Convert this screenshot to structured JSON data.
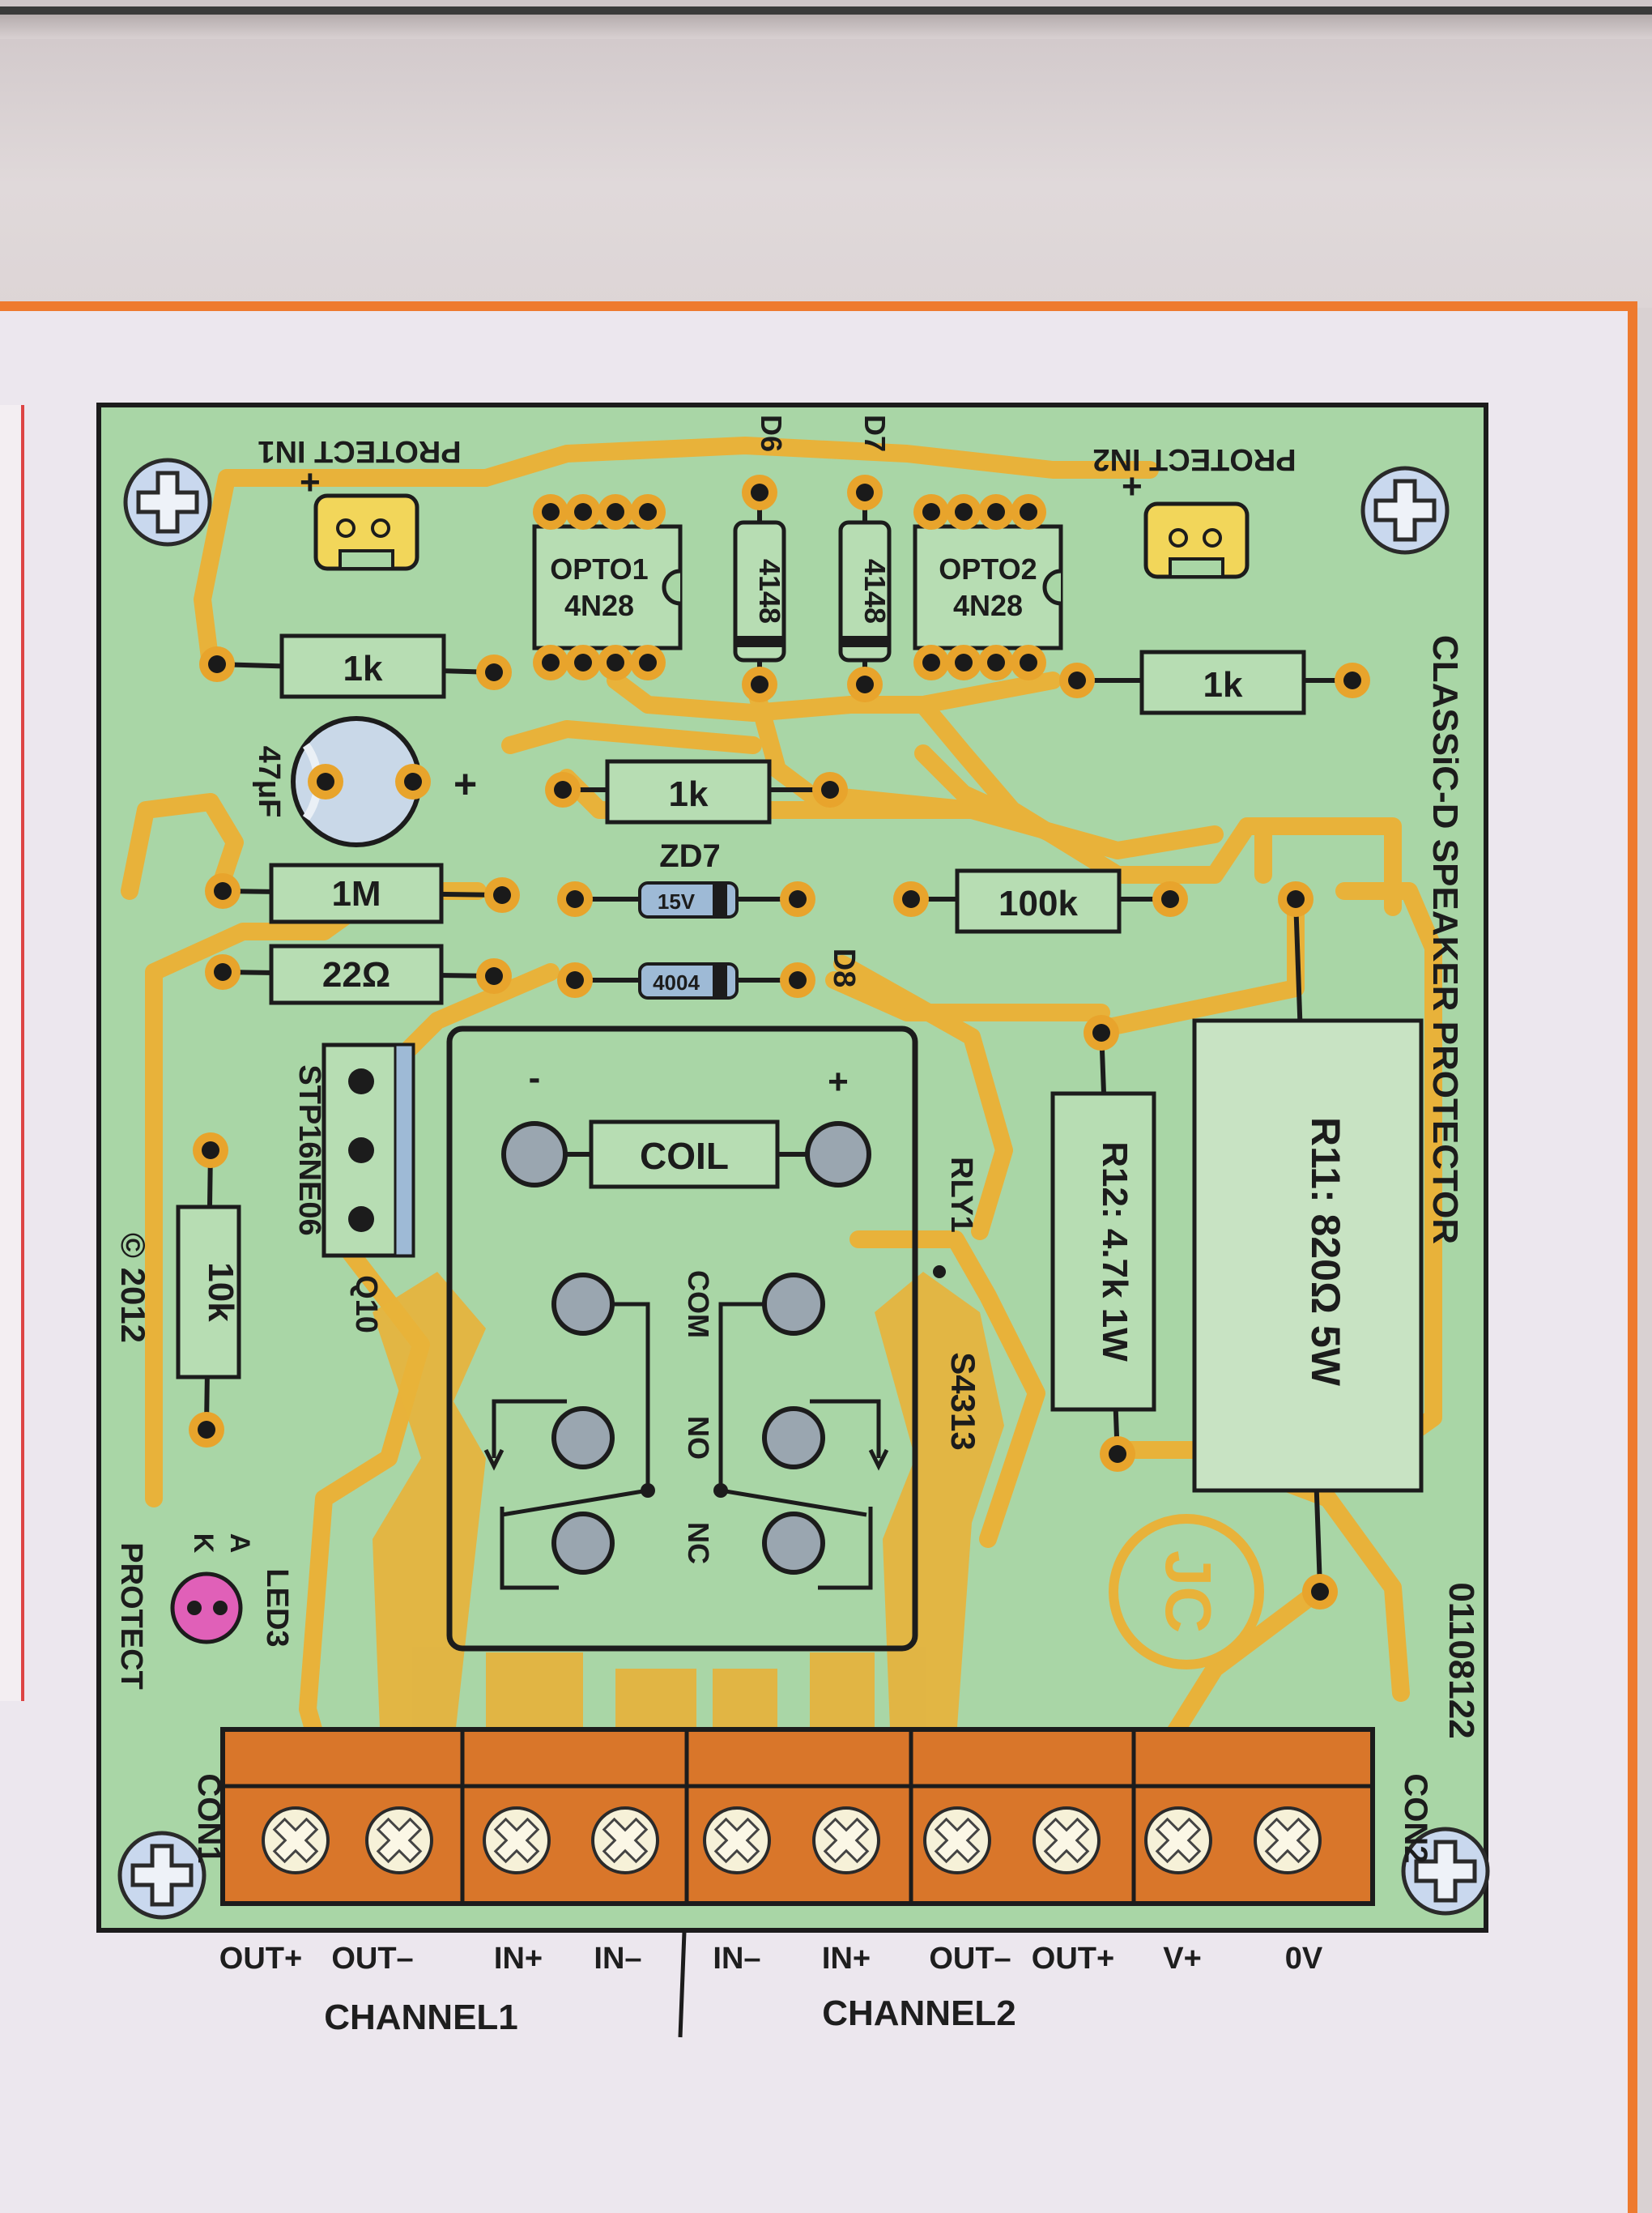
{
  "board": {
    "title": "CLASSiC-D SPEAKER PROTECTOR",
    "code": "01108122",
    "copyright": "© 2012",
    "jc": "JC",
    "colors": {
      "board": "#a9d6a6",
      "trace": "#e8b23a",
      "copper_pad": "#e8a42c",
      "connector": "#d9762a",
      "frame": "#ee7a2e"
    }
  },
  "labels": {
    "protect_in1": "PROTECT IN1",
    "protect_in2": "PROTECT IN2",
    "plus": "+",
    "minus": "-",
    "d6": "D6",
    "d7": "D7",
    "d8": "D8",
    "d_4148": "4148",
    "opto1": "OPTO1",
    "opto1_type": "4N28",
    "opto2": "OPTO2",
    "opto2_type": "4N28",
    "r_1k_a": "1k",
    "r_1k_b": "1k",
    "r_1k_c": "1k",
    "cap_47": "47μF",
    "zd7": "ZD7",
    "zd7_value": "15V",
    "d8_value": "4004",
    "r_100k": "100k",
    "r_1m": "1M",
    "r_22": "22Ω",
    "q10_type": "STP16NE06",
    "q10": "Q10",
    "coil": "COIL",
    "rly1": "RLY1",
    "relay_type": "S4313",
    "com": "COM",
    "no": "NO",
    "nc": "NC",
    "r12": "R12: 4.7k 1W",
    "r11": "R11: 820Ω 5W",
    "r_10k": "10k",
    "led3": "LED3",
    "led_a": "A",
    "led_k": "K",
    "led_protect": "PROTECT",
    "con1": "CON1",
    "con2": "CON2"
  },
  "terminals": [
    "OUT+",
    "OUT–",
    "IN+",
    "IN–",
    "IN–",
    "IN+",
    "OUT–",
    "OUT+",
    "V+",
    "0V"
  ],
  "channels": [
    "CHANNEL1",
    "CHANNEL2"
  ]
}
